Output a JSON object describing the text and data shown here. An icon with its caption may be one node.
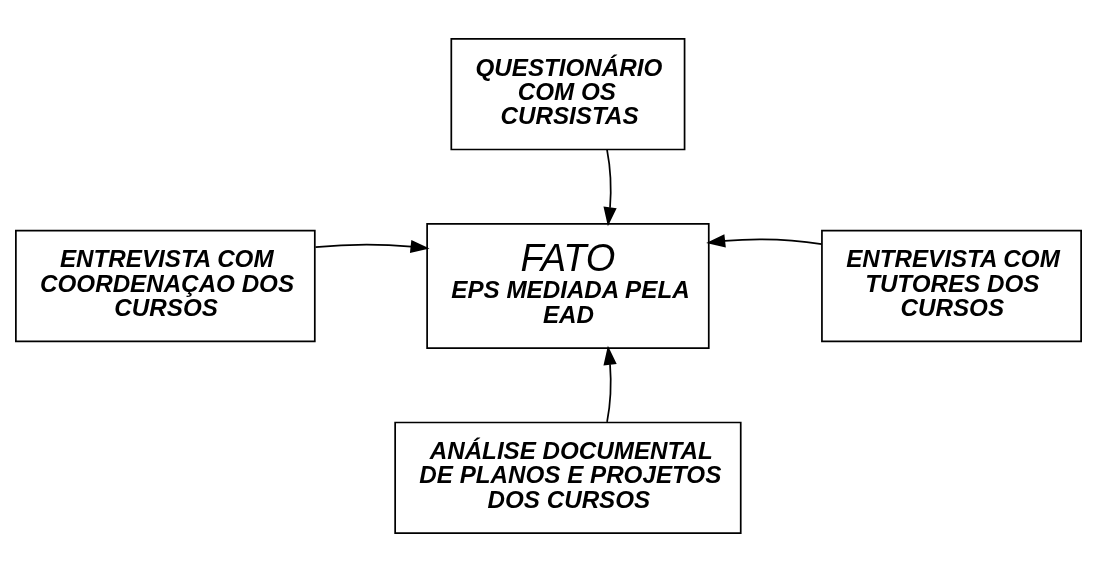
{
  "diagram": {
    "nodes": [
      {
        "text": [
          "QUESTIONÁRIO COM OS CURSISTAS"
        ]
      },
      {
        "text": [
          "ENTREVISTA COM COORDENAÇAO DOS CURSOS"
        ]
      },
      {
        "text": [
          "FATO",
          "EPS MEDIADA PELA EAD"
        ]
      },
      {
        "text": [
          "ENTREVISTA COM TUTORES DOS CURSOS"
        ]
      },
      {
        "text": [
          "ANÁLISE DOCUMENTAL DE PLANOS E PROJETOS DOS CURSOS"
        ]
      }
    ],
    "edges": [
      {
        "from": 0,
        "to": 2,
        "arrow": "to"
      },
      {
        "from": 1,
        "to": 2,
        "arrow": "to"
      },
      {
        "from": 3,
        "to": 2,
        "arrow": "to"
      },
      {
        "from": 4,
        "to": 2,
        "arrow": "to"
      }
    ]
  }
}
